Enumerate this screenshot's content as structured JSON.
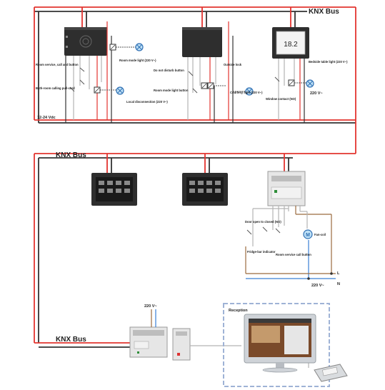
{
  "top_section": {
    "bus_label": "KNX Bus",
    "labels": {
      "room_service": "Room service, call and button",
      "bath_call": "Bath-room calling pull-cord",
      "room_mode_light": "Room mode light (220 V~)",
      "local_disconnect": "Local disconnection (220 V~)",
      "supply": "12-24 Vdc",
      "do_not_disturb": "Do not disturb button",
      "room_mode_light_btn": "Room mode light button",
      "outside_lock": "Outside lock",
      "courtesy_light": "Courtesy light (220 V~)",
      "window_contact": "Window contact (NO)",
      "bedside_light": "Bedside table light (220 V~)",
      "mains_220": "220 V~"
    },
    "thermostat_display": "18.2"
  },
  "middle_section": {
    "bus_label": "KNX Bus",
    "labels": {
      "door_open": "Door open to closed (NO)",
      "fridge_bar": "Fridge-bar indicator",
      "room_service_call": "Room service call button",
      "fan_coil": "Fan-coil",
      "mains_220": "220 V~",
      "line": "L",
      "neutral": "N"
    }
  },
  "bottom_section": {
    "bus_label": "KNX Bus",
    "supply_label": "220 V~",
    "reception_label": "Reception"
  },
  "colors": {
    "bus_red": "#e3342f",
    "wire_black": "#333333",
    "wire_grey": "#b3b3b3",
    "wire_brown": "#9b6b3e",
    "wire_blue": "#3a7fd4",
    "device_dark": "#2e2e2e",
    "reception_border": "#9fb3d6"
  }
}
